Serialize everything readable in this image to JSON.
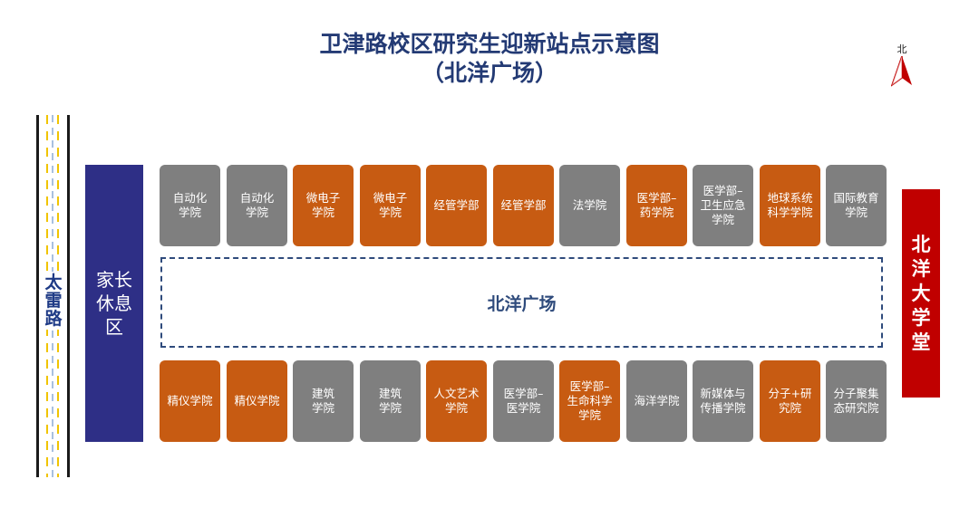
{
  "title": {
    "line1": "卫津路校区研究生迎新站点示意图",
    "line2": "（北洋广场）"
  },
  "compass": {
    "label": "北",
    "icon": "north-arrow-icon"
  },
  "road": {
    "label": "太\n雷\n路"
  },
  "parents_area": {
    "label": "家长\n休息\n区"
  },
  "plaza": {
    "label": "北洋广场"
  },
  "hall": {
    "label": "北\n洋\n大\n学\n堂"
  },
  "colors": {
    "orange": "#c75b12",
    "gray": "#7f7f7f",
    "navy": "#2e2f86",
    "red": "#c00000",
    "title": "#233a74"
  },
  "top_row": [
    {
      "label": "自动化\n学院",
      "color": "gray"
    },
    {
      "label": "自动化\n学院",
      "color": "gray"
    },
    {
      "label": "微电子\n学院",
      "color": "orange"
    },
    {
      "label": "微电子\n学院",
      "color": "orange"
    },
    {
      "label": "经管学部",
      "color": "orange"
    },
    {
      "label": "经管学部",
      "color": "orange"
    },
    {
      "label": "法学院",
      "color": "gray"
    },
    {
      "label": "医学部–\n药学院",
      "color": "orange"
    },
    {
      "label": "医学部–\n卫生应急\n学院",
      "color": "gray"
    },
    {
      "label": "地球系统\n科学学院",
      "color": "orange"
    },
    {
      "label": "国际教育\n学院",
      "color": "gray"
    }
  ],
  "bottom_row": [
    {
      "label": "精仪学院",
      "color": "orange"
    },
    {
      "label": "精仪学院",
      "color": "orange"
    },
    {
      "label": "建筑\n学院",
      "color": "gray"
    },
    {
      "label": "建筑\n学院",
      "color": "gray"
    },
    {
      "label": "人文艺术\n学院",
      "color": "orange"
    },
    {
      "label": "医学部–\n医学院",
      "color": "gray"
    },
    {
      "label": "医学部–\n生命科学\n学院",
      "color": "orange"
    },
    {
      "label": "海洋学院",
      "color": "gray"
    },
    {
      "label": "新媒体与\n传播学院",
      "color": "gray"
    },
    {
      "label": "分子+研\n究院",
      "color": "orange"
    },
    {
      "label": "分子聚集\n态研究院",
      "color": "gray"
    }
  ]
}
